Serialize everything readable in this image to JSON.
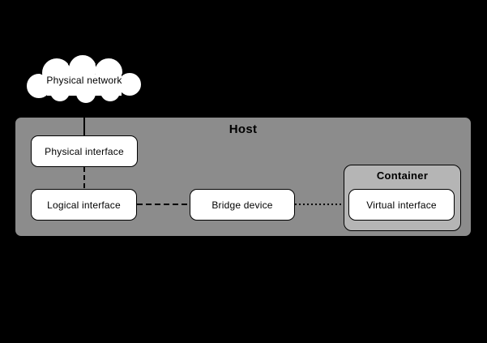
{
  "diagram": {
    "cloud": {
      "label": "Physical network"
    },
    "host": {
      "label": "Host"
    },
    "container": {
      "label": "Container"
    },
    "nodes": {
      "physical_interface": {
        "label": "Physical interface"
      },
      "logical_interface": {
        "label": "Logical interface"
      },
      "bridge_device": {
        "label": "Bridge device"
      },
      "virtual_interface": {
        "label": "Virtual interface"
      }
    },
    "links": [
      {
        "from": "physical-network",
        "to": "physical-interface",
        "style": "solid"
      },
      {
        "from": "physical-interface",
        "to": "logical-interface",
        "style": "dashed"
      },
      {
        "from": "logical-interface",
        "to": "bridge-device",
        "style": "dashed"
      },
      {
        "from": "bridge-device",
        "to": "virtual-interface",
        "style": "dotted"
      }
    ],
    "colors": {
      "background": "#000000",
      "host_fill": "#8c8c8c",
      "container_fill": "#b5b5b5",
      "node_fill": "#ffffff",
      "outline": "#000000",
      "text": "#000000"
    }
  }
}
